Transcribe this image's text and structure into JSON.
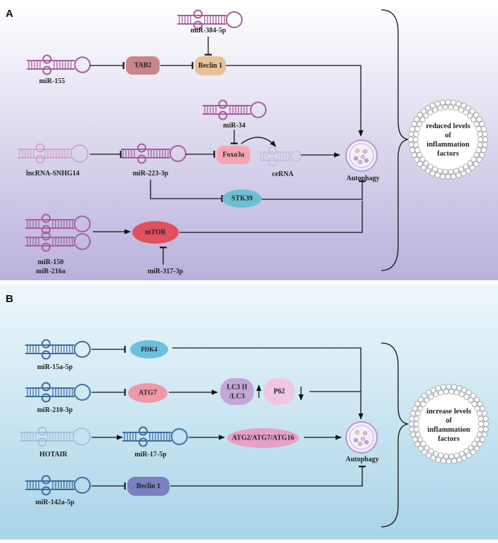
{
  "panel_a": {
    "letter": "A",
    "labels": {
      "mir155": "miR-155",
      "mir384": "miR-384-5p",
      "mir34": "miR-34",
      "lncrna": "lncRNA-SNHG14",
      "mir223": "miR-223-3p",
      "cerna": "ceRNA",
      "mir150": "miR-150",
      "mir216a": "miR-216a",
      "mir317": "miR-317-3p",
      "autophagy": "Autophagy"
    },
    "nodes": {
      "tab2": "TAB2",
      "beclin1": "Beclin 1",
      "foxo3a": "Foxo3a",
      "stk39": "STK39",
      "mtor": "mTOR"
    },
    "outcome": [
      "reduced levels",
      "of",
      "inflammation",
      "factors"
    ]
  },
  "panel_b": {
    "letter": "B",
    "labels": {
      "mir15a": "miR-15a-5p",
      "mir210": "miR-210-3p",
      "hotair": "HOTAIR",
      "mir17": "miR-17-5p",
      "mir142a": "miR-142a-5p",
      "autophagy": "Autophagy"
    },
    "nodes": {
      "pdk4": "PDK4",
      "atg7": "ATG7",
      "lc3_line1": "LC3 II",
      "lc3_line2": "/LC3",
      "p62": "P62",
      "atg_combo": "ATG2/ATG7/ATG16",
      "beclin1": "Beclin 1"
    },
    "outcome": [
      "increase levels",
      "of",
      "inflammation",
      "factors"
    ]
  },
  "colors": {
    "a_grad_top": "#ffffff",
    "a_grad_bottom": "#b9b1dc",
    "b_grad_top": "#eef7fb",
    "b_grad_bottom": "#a9d4e8",
    "mirna_purple": "#a75ea0",
    "mirna_blue": "#3c6ea4",
    "lncrna_pink": "#d28ac6",
    "cerna_lilac": "#bab8e0",
    "hotair_blue": "#92b0d2",
    "tab2": "#c9868a",
    "beclin1_a": "#e8c197",
    "foxo3a": "#f4a6b3",
    "stk39": "#6cbfd2",
    "mtor": "#e0505e",
    "pdk4": "#6cbfdf",
    "atg7": "#ee98a8",
    "lc3": "#c4a7d6",
    "p62": "#f0c7e3",
    "atg_combo": "#e8a0c7",
    "beclin1_b": "#7a80c0"
  }
}
